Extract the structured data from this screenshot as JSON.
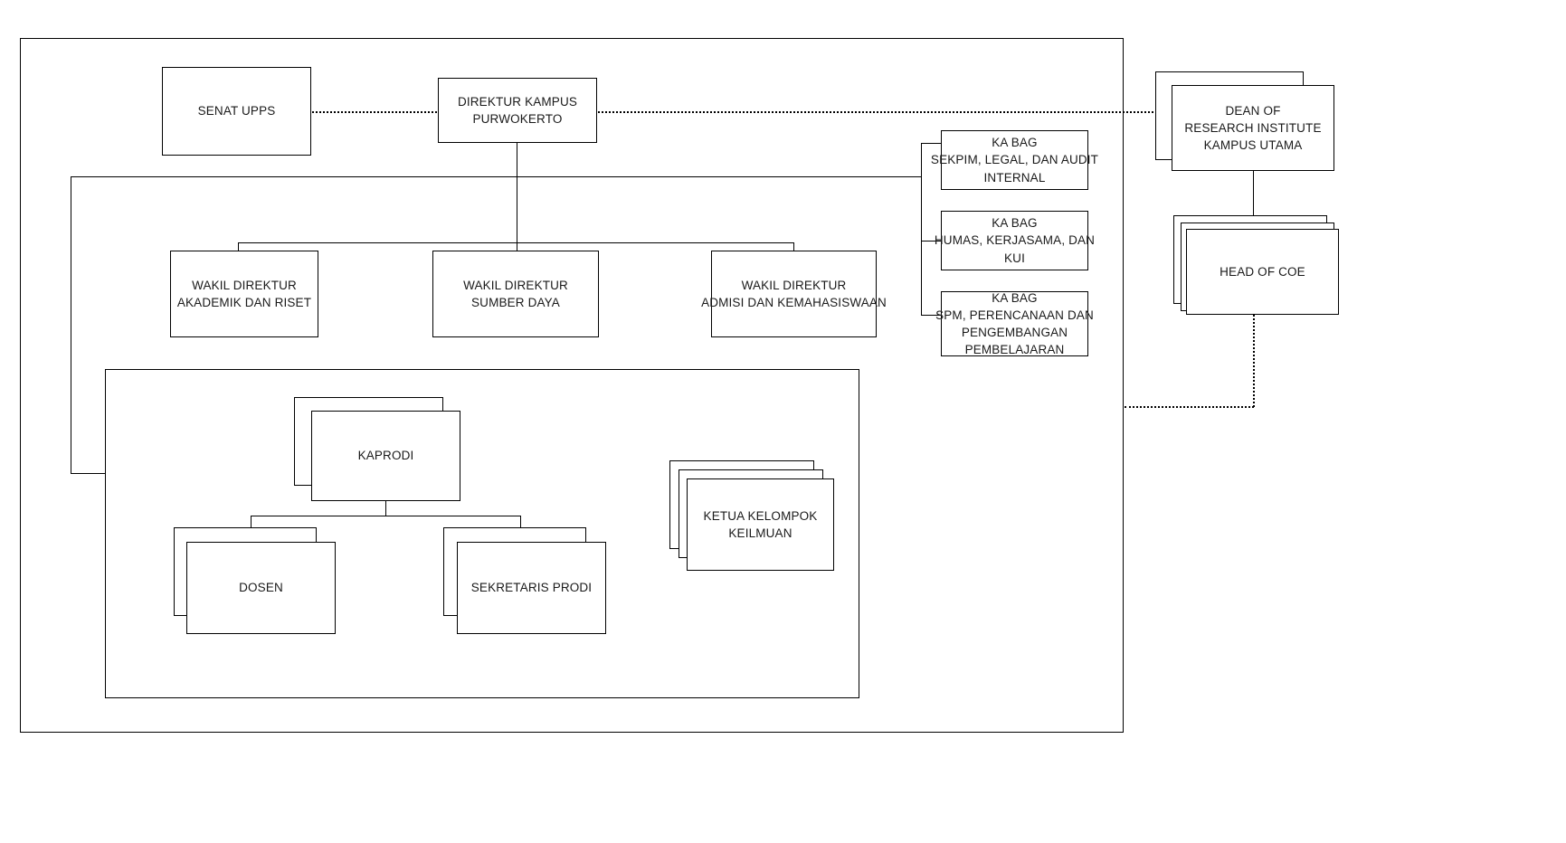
{
  "diagram": {
    "title": "Struktur Organisasi Kampus Purwokerto",
    "type": "organization-chart",
    "line_color": "#000000",
    "box_fill": "#ffffff",
    "nodes": {
      "senat": {
        "label": "SENAT UPPS"
      },
      "direktur": {
        "line1": "DIREKTUR KAMPUS",
        "line2": "PURWOKERTO"
      },
      "wakil_akademik": {
        "line1": "WAKIL DIREKTUR",
        "line2": "AKADEMIK DAN RISET"
      },
      "wakil_sumberdaya": {
        "line1": "WAKIL DIREKTUR",
        "line2": "SUMBER DAYA"
      },
      "wakil_admisi": {
        "line1": "WAKIL DIREKTUR",
        "line2": "ADMISI DAN KEMAHASISWAAN"
      },
      "kabag_sekpim": {
        "line1": "KA BAG",
        "line2": "SEKPIM, LEGAL, DAN AUDIT",
        "line3": "INTERNAL"
      },
      "kabag_humas": {
        "line1": "KA BAG",
        "line2": "HUMAS, KERJASAMA, DAN",
        "line3": "KUI"
      },
      "kabag_spm": {
        "line1": "KA BAG",
        "line2": "SPM, PERENCANAAN DAN",
        "line3": "PENGEMBANGAN",
        "line4": "PEMBELAJARAN"
      },
      "kaprodi": {
        "label": "KAPRODI"
      },
      "dosen": {
        "label": "DOSEN"
      },
      "sekretaris_prodi": {
        "label": "SEKRETARIS PRODI"
      },
      "ketua_kelompok_keilmuan": {
        "line1": "KETUA KELOMPOK",
        "line2": "KEILMUAN"
      },
      "dean_research": {
        "line1": "DEAN OF",
        "line2": "RESEARCH INSTITUTE",
        "line3": "KAMPUS UTAMA"
      },
      "head_coe": {
        "label": "HEAD OF COE"
      }
    },
    "connectors": {
      "senat_to_direktur": "dotted",
      "direktur_to_dean": "dotted",
      "coe_to_campus": "dotted",
      "direktur_to_wakil": "solid",
      "direktur_to_kabag": "solid",
      "kaprodi_to_children": "solid",
      "dean_to_coe": "solid"
    }
  }
}
